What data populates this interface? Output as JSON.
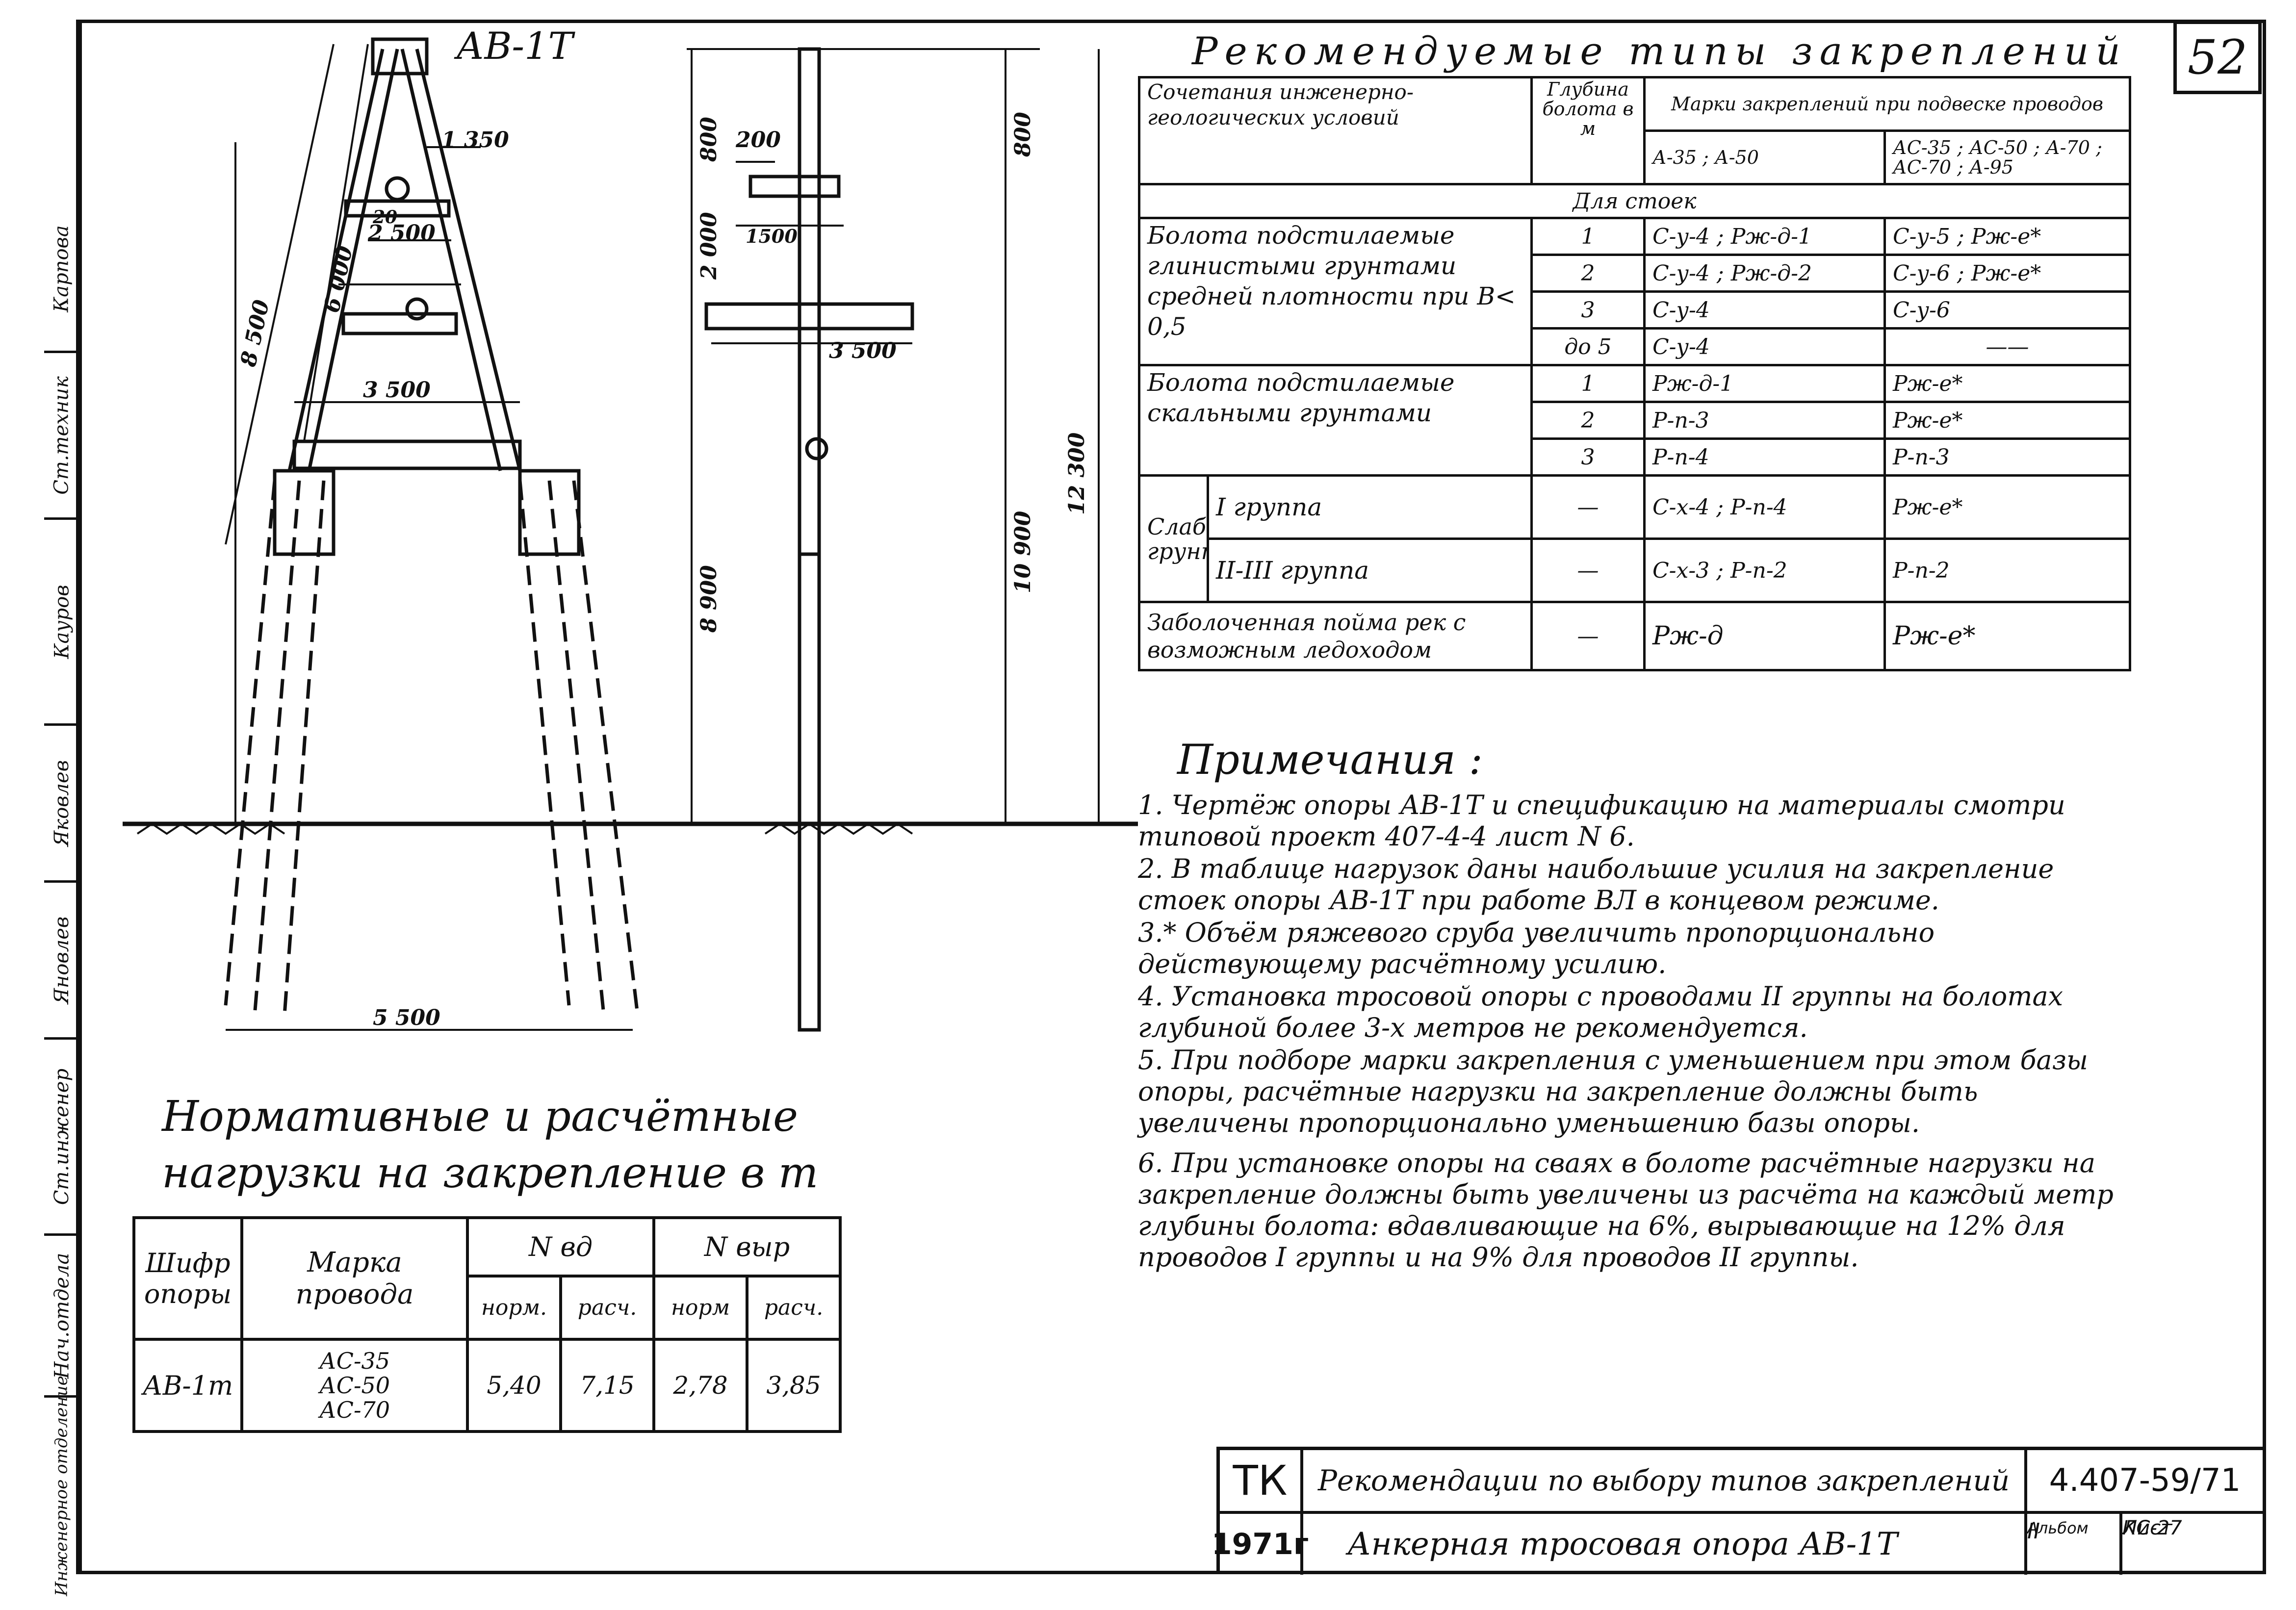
{
  "page": {
    "number": "52"
  },
  "sidebar": {
    "labels": [
      "Карпова",
      "Ст.техник",
      "Кауров",
      "Яковлев",
      "Яновлев",
      "Ст.инженер",
      "Нач.отдела",
      "Инженерное отделение"
    ]
  },
  "drawing": {
    "title": "АВ-1Т",
    "dims": {
      "d1350": "1 350",
      "d2500": "2 500",
      "d3500a": "3 500",
      "d5500": "5 500",
      "d6000": "6 000",
      "d8500": "8 500",
      "d200": "200",
      "d1500": "1500",
      "d3500b": "3 500",
      "d800a": "800",
      "d2000": "2 000",
      "d8900": "8 900",
      "d800b": "800",
      "d10900": "10 900",
      "d12300": "12 300",
      "d20": "20"
    }
  },
  "recommended": {
    "title": "Рекомендуемые типы закреплений",
    "headers": {
      "conditions": "Сочетания инженерно-геологических условий",
      "depth": "Глубина болота в м",
      "marks": "Марки закреплений при подвеске проводов",
      "col_a": "А-35 ; А-50",
      "col_b": "АС-35 ; АС-50 ; А-70 ; АС-70 ; А-95"
    },
    "section": "Для стоек",
    "groups": [
      {
        "condition": "Болота подстилаемые глинистыми грунтами средней плотности при В< 0,5",
        "rows": [
          {
            "depth": "1",
            "a": "С-у-4 ; Рж-д-1",
            "b": "С-у-5 ; Рж-е*"
          },
          {
            "depth": "2",
            "a": "С-у-4 ; Рж-д-2",
            "b": "С-у-6 ; Рж-е*"
          },
          {
            "depth": "3",
            "a": "С-у-4",
            "b": "С-у-6"
          },
          {
            "depth": "до 5",
            "a": "С-у-4",
            "b": "——"
          }
        ]
      },
      {
        "condition": "Болота подстилаемые скальными грунтами",
        "rows": [
          {
            "depth": "1",
            "a": "Рж-д-1",
            "b": "Рж-е*"
          },
          {
            "depth": "2",
            "a": "Р-п-3",
            "b": "Рж-е*"
          },
          {
            "depth": "3",
            "a": "Р-п-4",
            "b": "Р-п-3"
          }
        ]
      }
    ],
    "weak": {
      "label": "Слабые грунты",
      "rows": [
        {
          "group": "I группа",
          "depth": "—",
          "a": "С-х-4 ; Р-п-4",
          "b": "Рж-е*"
        },
        {
          "group": "II-III группа",
          "depth": "—",
          "a": "С-х-3 ; Р-п-2",
          "b": "Р-п-2"
        }
      ]
    },
    "flood": {
      "condition": "Заболоченная пойма рек с возможным ледоходом",
      "depth": "—",
      "a": "Рж-д",
      "b": "Рж-е*"
    }
  },
  "notes": {
    "title": "Примечания :",
    "items": [
      "1. Чертёж опоры АВ-1Т и спецификацию на материалы смотри типовой проект 407-4-4 лист N 6.",
      "2. В таблице нагрузок даны наибольшие усилия на закрепление стоек опоры АВ-1Т при работе ВЛ в концевом режиме.",
      "3.* Объём ряжевого сруба увеличить пропорционально действующему расчётному усилию.",
      "4. Установка тросовой опоры с проводами II группы на болотах глубиной более 3-х метров не рекомендуется.",
      "5. При подборе марки закрепления с уменьшением при этом базы опоры, расчётные нагрузки на закрепление должны быть увеличены пропорционально уменьшению базы опоры.",
      "6. При установке опоры на сваях в болоте расчётные нагрузки на закрепление должны быть увеличены из расчёта на каждый метр глубины болота: вдавливающие на 6%, вырывающие на 12% для проводов I группы и на 9% для проводов II группы."
    ]
  },
  "loads": {
    "title_line1": "Нормативные и расчётные",
    "title_line2": "нагрузки на закрепление в т",
    "headers": {
      "code": "Шифр опоры",
      "wire": "Марка провода",
      "nv": "N вд",
      "nvyr": "N выр",
      "norm": "норм.",
      "calc": "расч.",
      "norm2": "норм",
      "calc2": "расч."
    },
    "row": {
      "code": "АВ-1т",
      "wires": [
        "АС-35",
        "АС-50",
        "АС-70"
      ],
      "nv_norm": "5,40",
      "nv_calc": "7,15",
      "nvyr_norm": "2,78",
      "nvyr_calc": "3,85"
    }
  },
  "stamp": {
    "org": "ТК",
    "year": "1971г",
    "title": "Рекомендации по выбору типов закреплений",
    "subtitle": "Анкерная тросовая опора АВ-1Т",
    "code": "4.407-59/71",
    "album_label": "Альбом",
    "album": "II",
    "sheet_label": "Лист",
    "sheet": "КС-27"
  }
}
